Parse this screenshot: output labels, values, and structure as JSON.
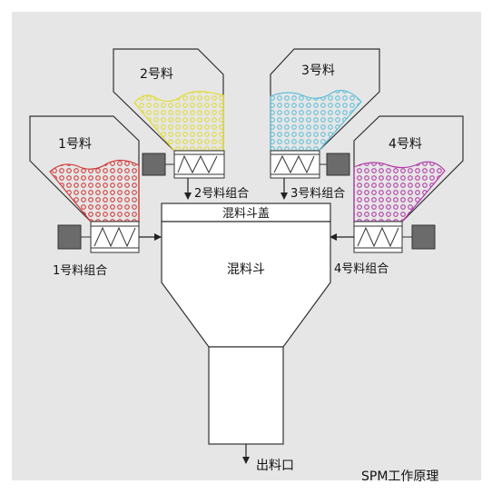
{
  "title": "SPM工作原理",
  "hoppers": [
    {
      "label": "1号料",
      "combo_label": "1号料组合",
      "color": "#d23a3a"
    },
    {
      "label": "2号料",
      "combo_label": "2号料组合",
      "color": "#e8e040"
    },
    {
      "label": "3号料",
      "combo_label": "3号料组合",
      "color": "#6cc6df"
    },
    {
      "label": "4号料",
      "combo_label": "4号料组合",
      "color": "#b23aa8"
    }
  ],
  "mixer": {
    "lid_label": "混料斗盖",
    "body_label": "混料斗"
  },
  "outlet_label": "出料口",
  "colors": {
    "background": "#e6e6e6",
    "panel": "#e6e6e6",
    "stroke": "#333333",
    "motor": "#6b6b6b",
    "white": "#ffffff"
  }
}
